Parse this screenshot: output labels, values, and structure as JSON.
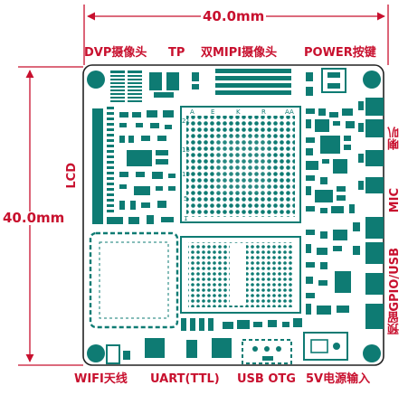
{
  "dimensions": {
    "width": "40.0mm",
    "height": "40.0mm"
  },
  "labels": {
    "dvp_camera": "DVP摄像头",
    "tp": "TP",
    "dual_mipi_camera": "双MIPI摄像头",
    "power_button": "POWER按键",
    "lcd": "LCD",
    "speaker": "喇叭",
    "mic": "MIC",
    "reserved_gpio_usb": "预留GPIO/USB",
    "wifi_antenna": "WIFI天线",
    "uart_ttl": "UART(TTL)",
    "usb_otg": "USB OTG",
    "power_input_5v": "5V电源输入"
  },
  "ruler_marks": {
    "top_letters": [
      "A",
      "E",
      "K",
      "R",
      "AA"
    ],
    "side_numbers": [
      "21",
      "15",
      "10",
      "5",
      "1"
    ]
  },
  "colors": {
    "pcb_fill": "#ffffff",
    "component": "#0e7b73",
    "outline": "#222222",
    "annotation": "#c8102e"
  }
}
